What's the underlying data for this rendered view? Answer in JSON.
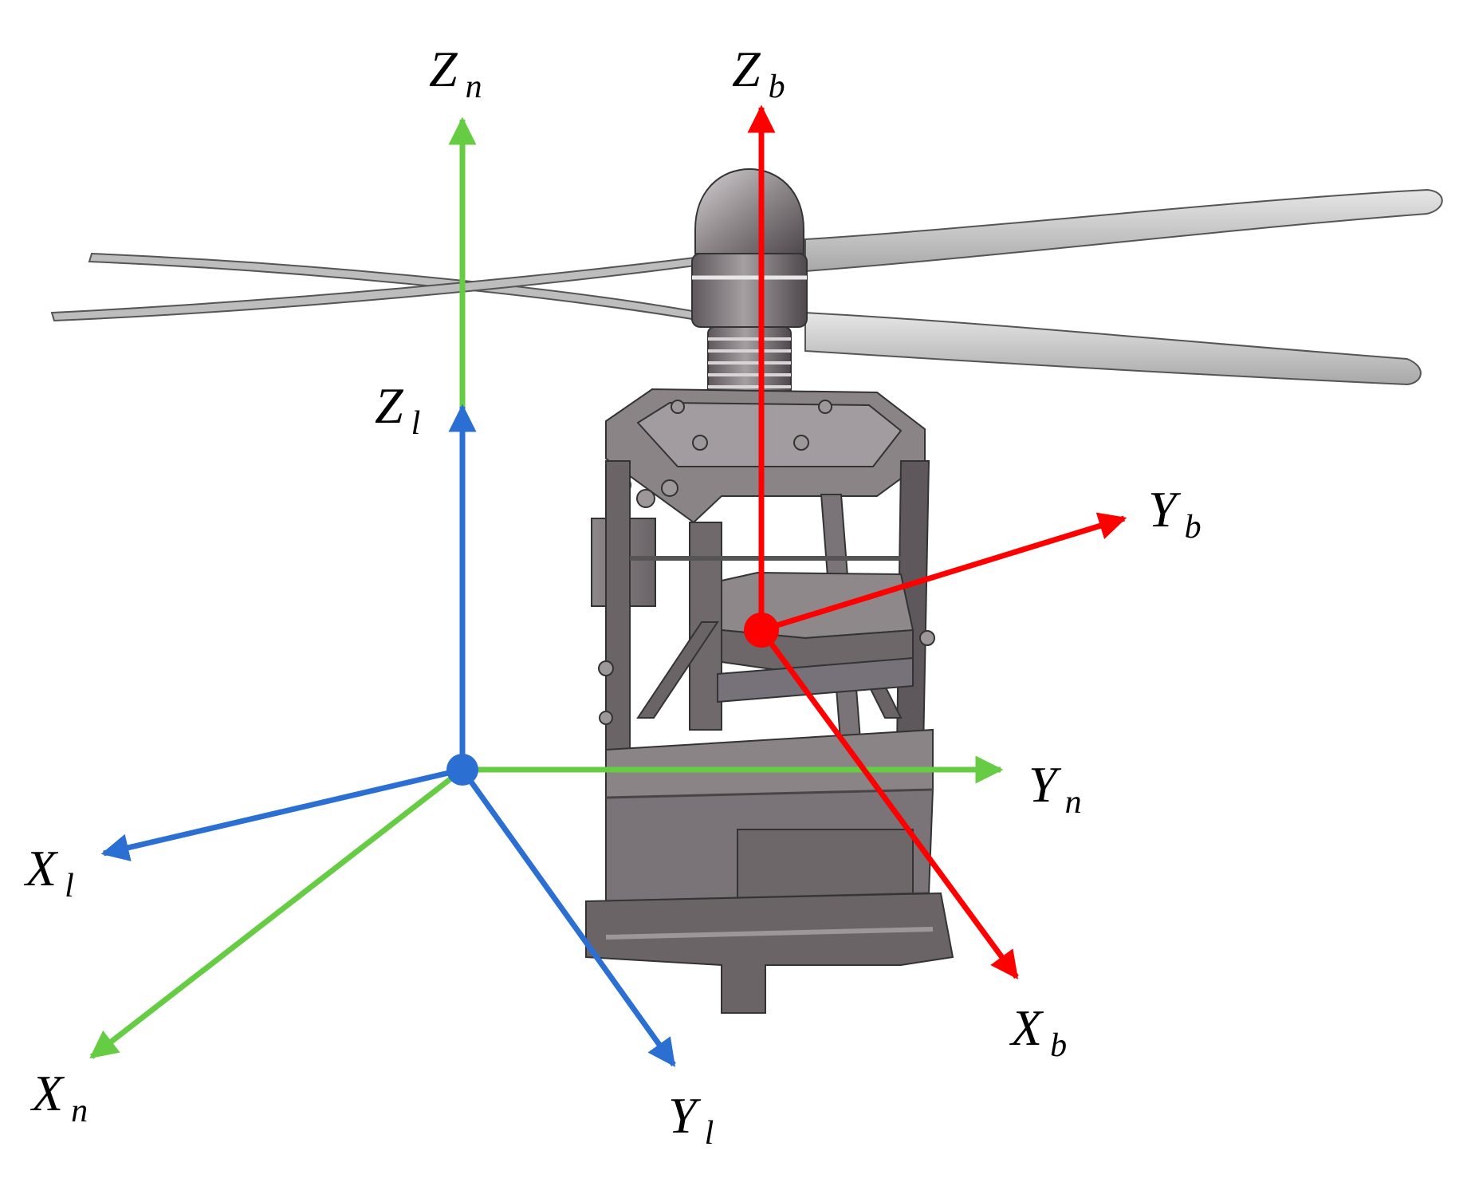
{
  "figure": {
    "colors": {
      "body_frame": "#ff0000",
      "navigation_frame": "#66cc44",
      "local_frame": "#2a6fd1",
      "mechanism_fill": "#7a7478",
      "mechanism_light": "#b9b3b6",
      "mechanism_dark": "#4e484c",
      "blade_fill": "#c8c8c8"
    },
    "labels": {
      "zn": {
        "main": "Z",
        "sub": "n"
      },
      "zb": {
        "main": "Z",
        "sub": "b"
      },
      "zl": {
        "main": "Z",
        "sub": "l"
      },
      "yb": {
        "main": "Y",
        "sub": "b"
      },
      "yn": {
        "main": "Y",
        "sub": "n"
      },
      "xl": {
        "main": "X",
        "sub": "l"
      },
      "xn": {
        "main": "X",
        "sub": "n"
      },
      "yl": {
        "main": "Y",
        "sub": "l"
      },
      "xb": {
        "main": "X",
        "sub": "b"
      }
    }
  }
}
